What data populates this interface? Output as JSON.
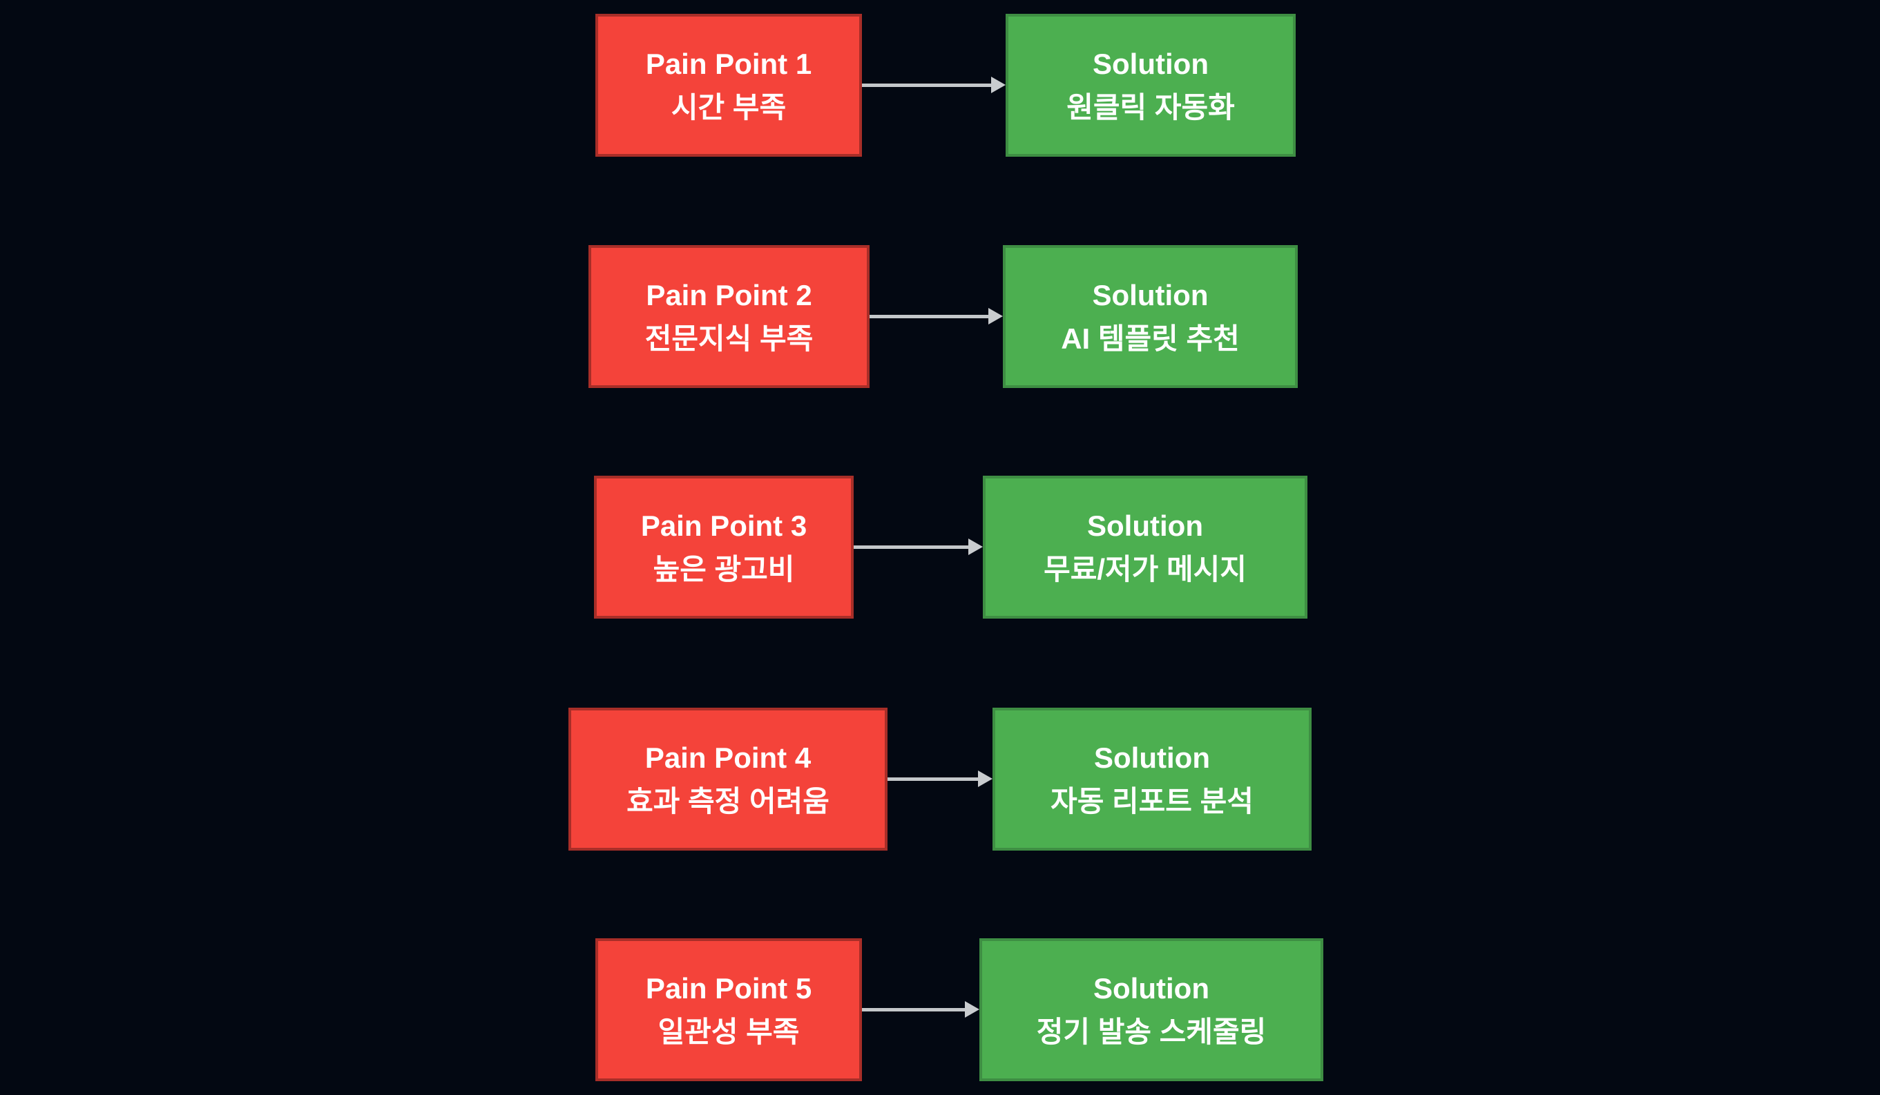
{
  "diagram": {
    "description": "pain-point-to-solution-mapping",
    "background_color": "#030812",
    "colors": {
      "pain_fill": "#f4433a",
      "pain_border": "#a82e28",
      "solution_fill": "#4caf50",
      "solution_border": "#3e8e43",
      "arrow": "#c4c7ca",
      "text": "#ffffff"
    },
    "rows": [
      {
        "pain_title": "Pain Point 1",
        "pain_subtitle": "시간 부족",
        "solution_title": "Solution",
        "solution_subtitle": "원클릭 자동화"
      },
      {
        "pain_title": "Pain Point 2",
        "pain_subtitle": "전문지식 부족",
        "solution_title": "Solution",
        "solution_subtitle": "AI 템플릿 추천"
      },
      {
        "pain_title": "Pain Point 3",
        "pain_subtitle": "높은 광고비",
        "solution_title": "Solution",
        "solution_subtitle": "무료/저가 메시지"
      },
      {
        "pain_title": "Pain Point 4",
        "pain_subtitle": "효과 측정 어려움",
        "solution_title": "Solution",
        "solution_subtitle": "자동 리포트 분석"
      },
      {
        "pain_title": "Pain Point 5",
        "pain_subtitle": "일관성 부족",
        "solution_title": "Solution",
        "solution_subtitle": "정기 발송 스케줄링"
      }
    ]
  }
}
